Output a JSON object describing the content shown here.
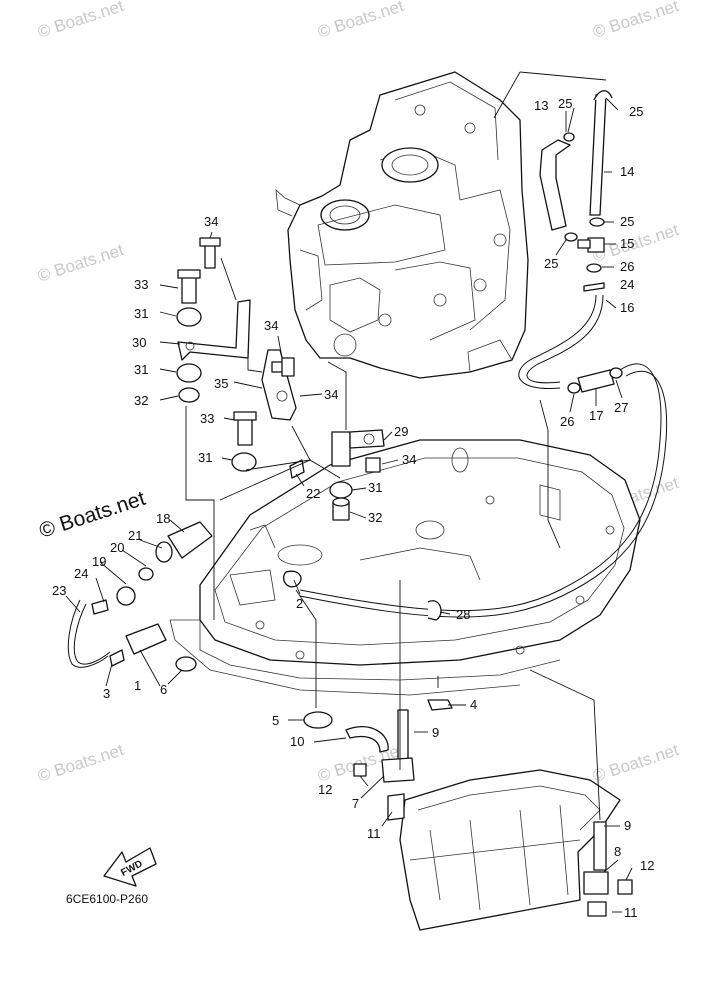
{
  "diagram": {
    "drawing_code": "6CE6100-P260",
    "fwd_label": "FWD",
    "watermark": "© Boats.net",
    "callouts": [
      "1",
      "2",
      "3",
      "4",
      "5",
      "6",
      "7",
      "8",
      "9",
      "9",
      "10",
      "11",
      "11",
      "12",
      "12",
      "13",
      "14",
      "15",
      "16",
      "17",
      "18",
      "19",
      "20",
      "21",
      "22",
      "23",
      "24",
      "24",
      "25",
      "25",
      "25",
      "25",
      "26",
      "26",
      "27",
      "28",
      "29",
      "30",
      "31",
      "31",
      "31",
      "31",
      "32",
      "32",
      "33",
      "33",
      "34",
      "34",
      "34",
      "34",
      "35"
    ]
  }
}
